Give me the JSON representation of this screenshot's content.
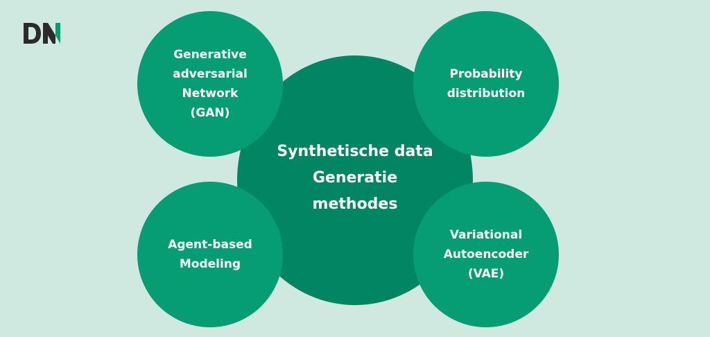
{
  "logo": {
    "text": "DN",
    "colors": {
      "dark": "#2b2b2b",
      "accent": "#0a9b73"
    }
  },
  "diagram": {
    "center": {
      "label": "Synthetische data\nGeneratie\nmethodes"
    },
    "nodes": [
      {
        "id": "gan",
        "label": "Generative\nadversarial\nNetwork\n(GAN)"
      },
      {
        "id": "probability",
        "label": "Probability\ndistribution"
      },
      {
        "id": "agent",
        "label": "Agent-based\nModeling"
      },
      {
        "id": "vae",
        "label": "Variational\nAutoencoder\n(VAE)"
      }
    ]
  },
  "colors": {
    "background": "#cfe8e0",
    "center_fill": "#028562",
    "node_fill": "#079d74",
    "text": "#ffffff"
  }
}
